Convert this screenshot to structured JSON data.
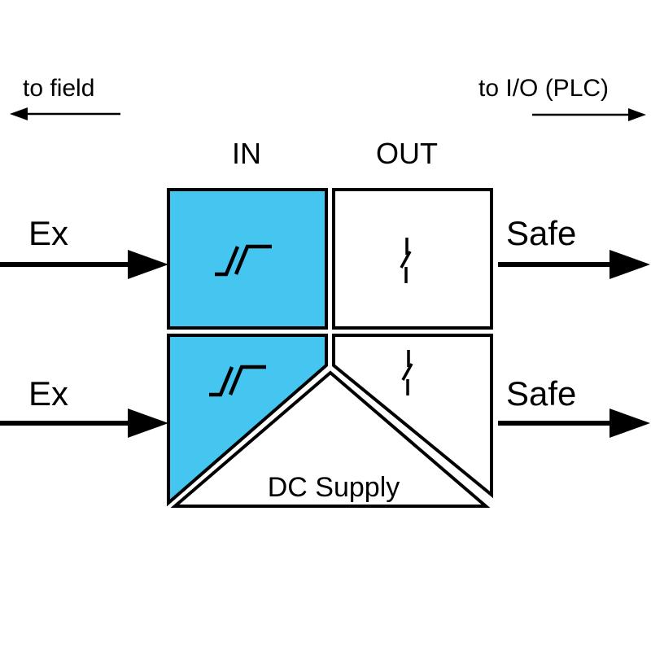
{
  "labels": {
    "to_field": "to field",
    "to_io": "to I/O (PLC)",
    "col_in": "IN",
    "col_out": "OUT",
    "ex_top": "Ex",
    "ex_bottom": "Ex",
    "safe_top": "Safe",
    "safe_bottom": "Safe",
    "dc_supply": "DC Supply"
  },
  "icons": {
    "input_channel_symbol": "hysteresis-icon",
    "output_channel_symbol": "switch-contact-icon",
    "field_direction": "arrow-left-icon",
    "io_direction": "arrow-right-icon",
    "signal_flow": "arrow-right-icon"
  },
  "colors": {
    "hazardous_side_fill": "#44c6f0",
    "safe_side_fill": "#ffffff",
    "line": "#000000",
    "background": "#ffffff"
  }
}
